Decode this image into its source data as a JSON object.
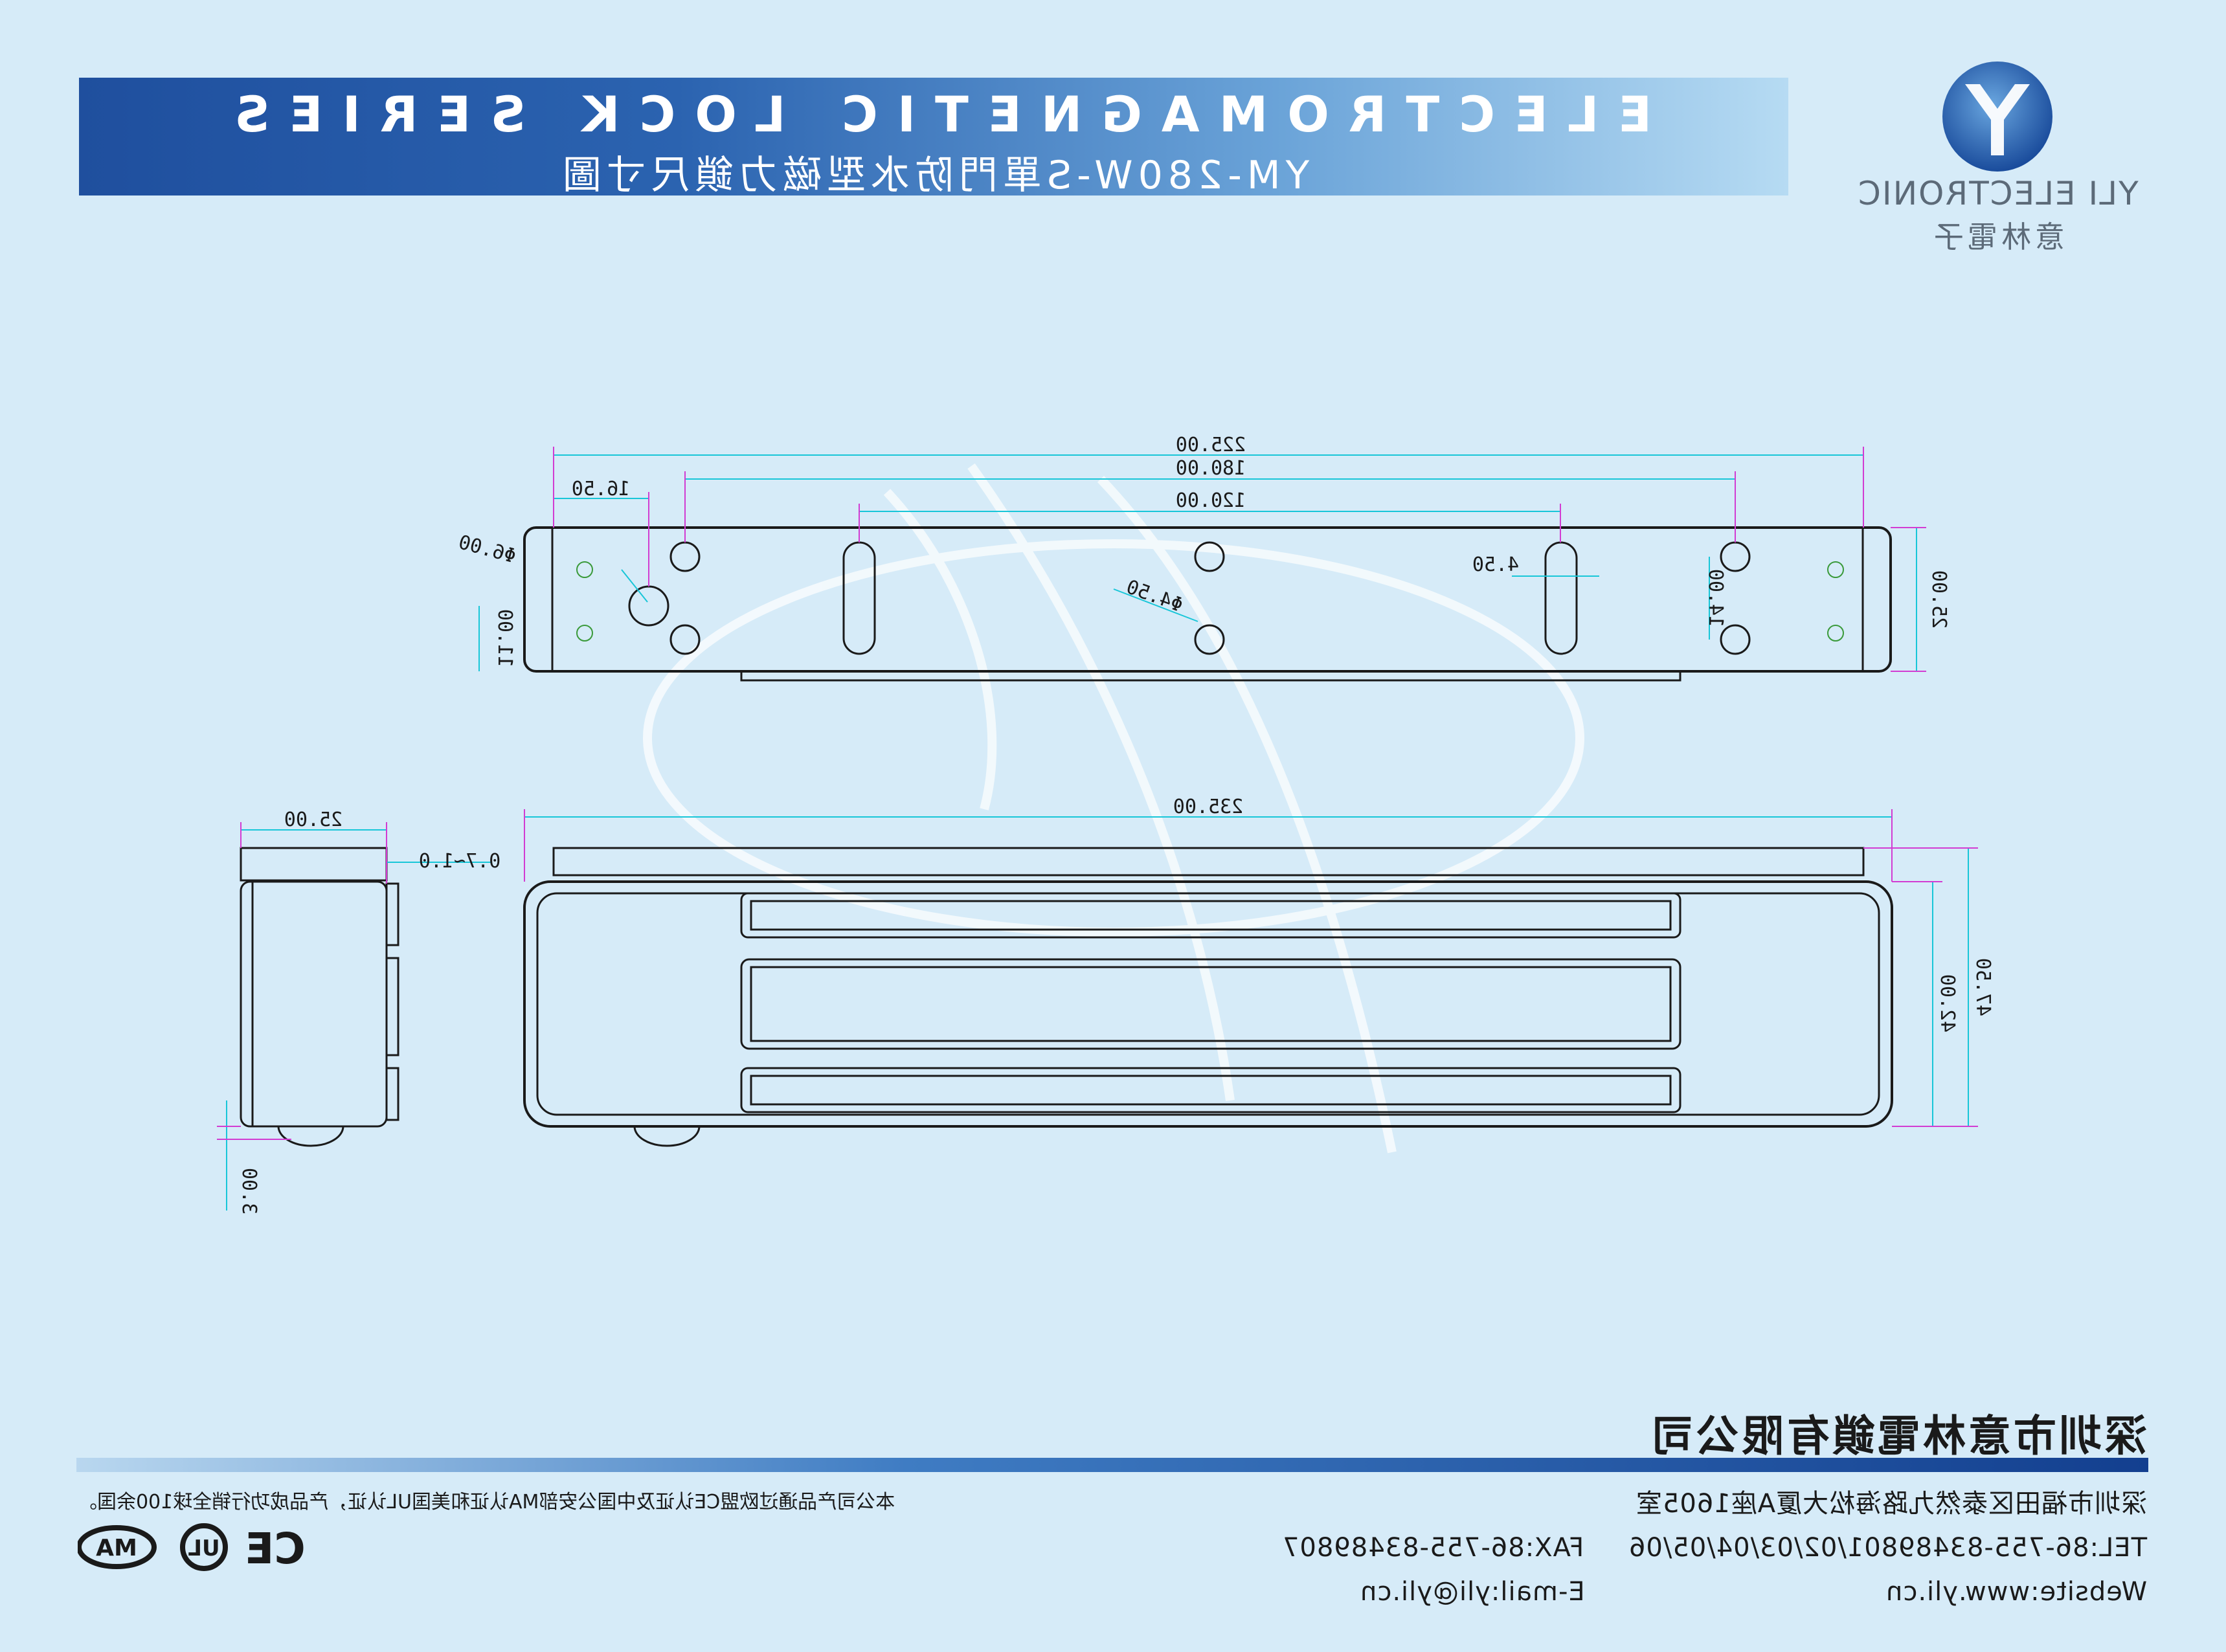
{
  "header": {
    "title": "ELECTROMAGNETIC LOCK SERIES",
    "subtitle": "YM-280W-S單門防水型磁力鎖尺寸圖"
  },
  "logo": {
    "name": "YLI ELECTRONIC",
    "name_cn": "意林電子"
  },
  "dimensions": {
    "total_length_top": "225.00",
    "hole_span_180": "180.00",
    "hole_span_120": "120.00",
    "edge_offset": "16.50",
    "hole_diameter_large": "Φ6.00",
    "hole_diameter_small": "Φ4.50",
    "slot_width": "4.50",
    "slot_pitch": "14.00",
    "plate_height": "25.00",
    "edge_height": "11.00",
    "side_width": "25.00",
    "gap": "0.7~1.0",
    "bottom_offset": "3.00",
    "total_length_front": "235.00",
    "front_height_inner": "42.00",
    "front_height_outer": "47.50"
  },
  "footer": {
    "company": "深圳市意林電鎖有限公司",
    "cert_text": "本公司产品通过欧盟CE认证及中国公安部MA认证和美国UL认证，产品成功行销全球100余国。",
    "address": "深圳市福田区泰然九路海松大厦A座1605室",
    "tel": "TEL:86-755-83489801/02/03/04/05/06",
    "fax": "FAX:86-755-83489807",
    "website": "Website:www.yli.cn",
    "email": "E-mail:yli@yli.cn"
  },
  "certifications": [
    "MA",
    "UL",
    "CE"
  ]
}
